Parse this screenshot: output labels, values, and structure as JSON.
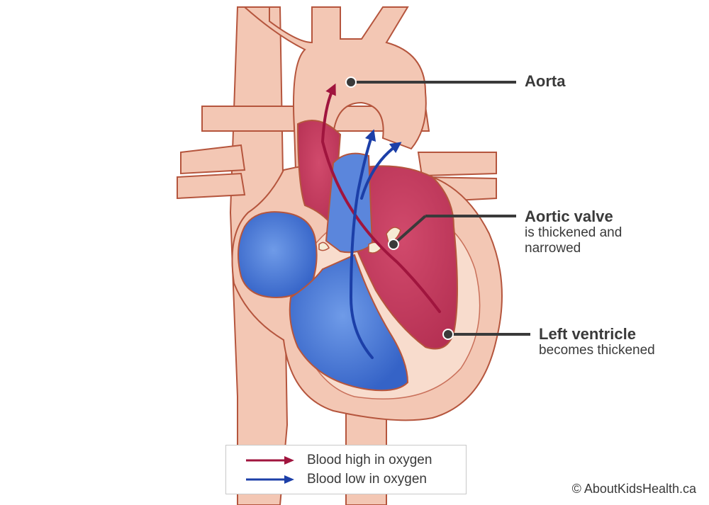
{
  "labels": {
    "aorta": {
      "title": "Aorta"
    },
    "aortic_valve": {
      "title": "Aortic valve",
      "desc_line1": "is thickened and",
      "desc_line2": "narrowed"
    },
    "left_ventricle": {
      "title": "Left ventricle",
      "desc": "becomes thickened"
    }
  },
  "legend": {
    "high": {
      "label": "Blood high in oxygen",
      "color": "#a0153e"
    },
    "low": {
      "label": "Blood low in oxygen",
      "color": "#1c3fa8"
    }
  },
  "copyright": "© AboutKidsHealth.ca",
  "colors": {
    "tissue": "#f3c7b4",
    "tissue_light": "#f8dccd",
    "outline": "#b5553d",
    "oxygenated": "#c23a5e",
    "deoxygenated": "#3f6fd0",
    "leader": "#3a3a3a"
  }
}
